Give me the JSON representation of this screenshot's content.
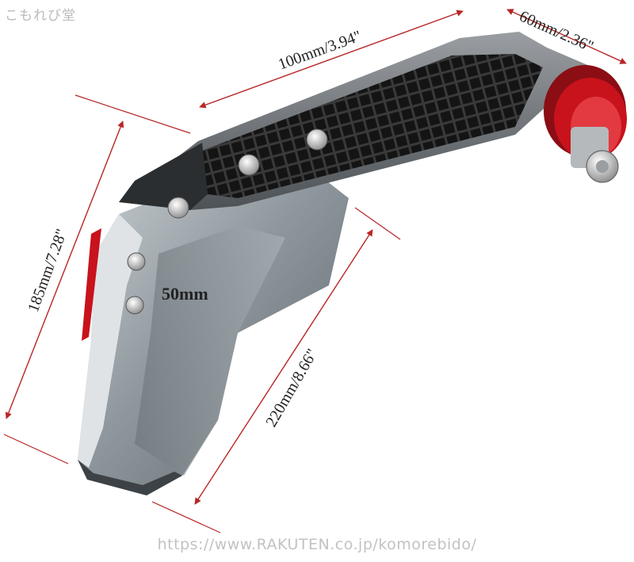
{
  "watermark": {
    "shop_name": "こもれび堂",
    "url": "https://www.RAKUTEN.co.jp/komorebido/"
  },
  "dimensions": {
    "top_length": "100mm/3.94\"",
    "end_width": "60mm/2.36\"",
    "left_height": "185mm/7.28\"",
    "diagonal_length": "220mm/8.66\"",
    "guard_width": "50mm"
  },
  "colors": {
    "arrow": "#b82525",
    "frame": "#2a2a2a",
    "shield": "#8e979d",
    "accent_red": "#c8121c"
  }
}
